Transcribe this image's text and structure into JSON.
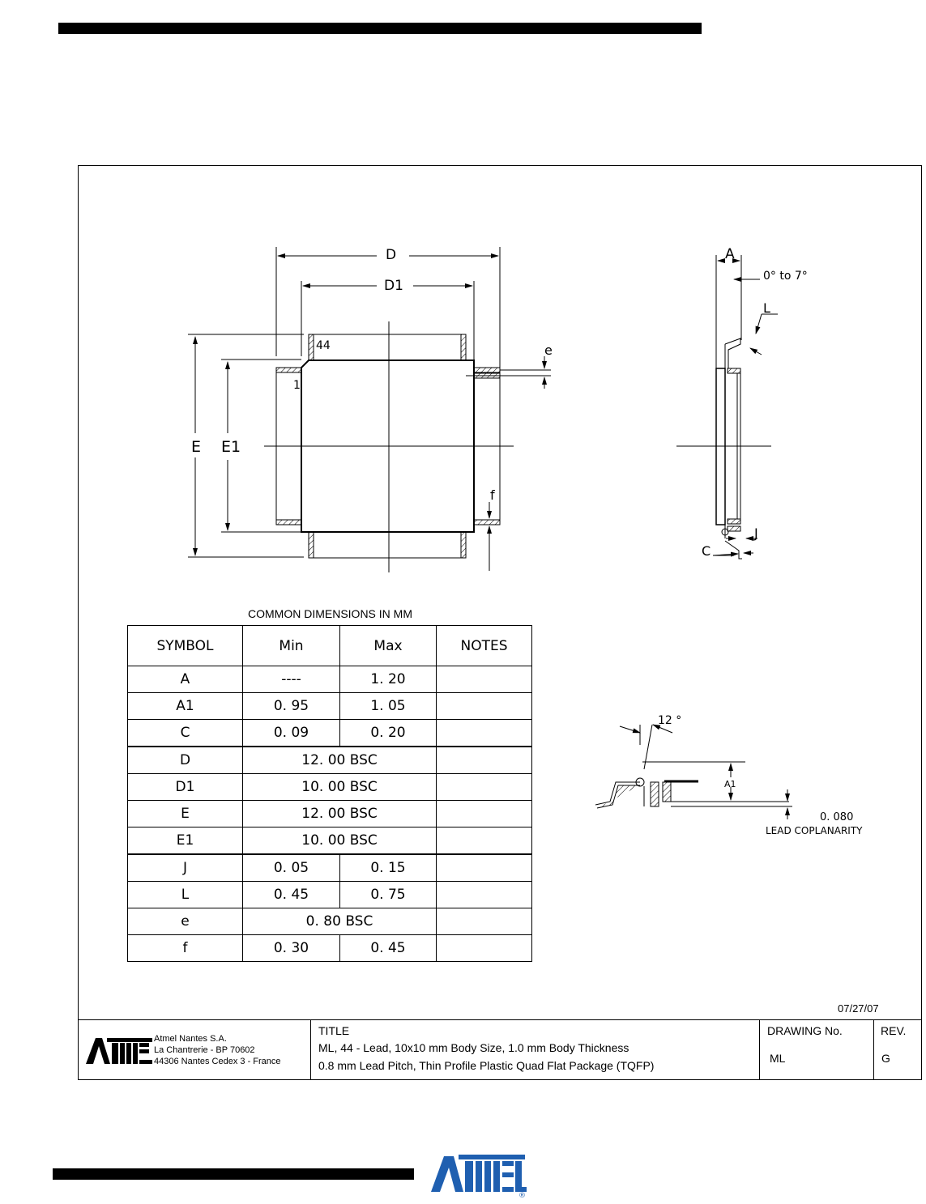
{
  "drawing": {
    "label_D": "D",
    "label_D1": "D1",
    "label_E": "E",
    "label_E1": "E1",
    "label_e": "e",
    "label_f": "f",
    "pin_44": "44",
    "pin_1": "1",
    "label_A": "A",
    "angle_range": "0° to 7°",
    "label_L": "L",
    "label_J": "J",
    "label_C": "C",
    "angle_12": "12 °",
    "label_A1": "A1",
    "coplanarity_value": "0. 080",
    "coplanarity_label": "LEAD COPLANARITY"
  },
  "table": {
    "caption": "COMMON DIMENSIONS IN MM",
    "headers": [
      "SYMBOL",
      "Min",
      "Max",
      "NOTES"
    ],
    "rows": [
      {
        "symbol": "A",
        "min": "----",
        "max": "1. 20",
        "notes": ""
      },
      {
        "symbol": "A1",
        "min": "0. 95",
        "max": "1. 05",
        "notes": ""
      },
      {
        "symbol": "C",
        "min": "0. 09",
        "max": "0. 20",
        "notes": ""
      },
      {
        "symbol": "D",
        "span": "12. 00  BSC",
        "notes": ""
      },
      {
        "symbol": "D1",
        "span": "10. 00  BSC",
        "notes": ""
      },
      {
        "symbol": "E",
        "span": "12. 00  BSC",
        "notes": ""
      },
      {
        "symbol": "E1",
        "span": "10. 00  BSC",
        "notes": ""
      },
      {
        "symbol": "J",
        "min": "0. 05",
        "max": "0. 15",
        "notes": ""
      },
      {
        "symbol": "L",
        "min": "0. 45",
        "max": "0. 75",
        "notes": ""
      },
      {
        "symbol": "e",
        "span": "0. 80  BSC",
        "notes": ""
      },
      {
        "symbol": "f",
        "min": "0. 30",
        "max": "0. 45",
        "notes": ""
      }
    ]
  },
  "date": "07/27/07",
  "title_block": {
    "company": [
      "Atmel Nantes S.A.",
      "La Chantrerie - BP 70602",
      "44306 Nantes Cedex 3 - France"
    ],
    "title_label": "TITLE",
    "title_line1": "ML, 44 - Lead, 10x10 mm Body Size, 1.0 mm Body Thickness",
    "title_line2": "0.8 mm Lead Pitch, Thin Profile Plastic Quad Flat Package (TQFP)",
    "drawing_no_label": "DRAWING No.",
    "drawing_no": "ML",
    "rev_label": "REV.",
    "rev": "G"
  },
  "logo_text": "ATMEL",
  "colors": {
    "logo_blue": "#1f5fb0"
  }
}
